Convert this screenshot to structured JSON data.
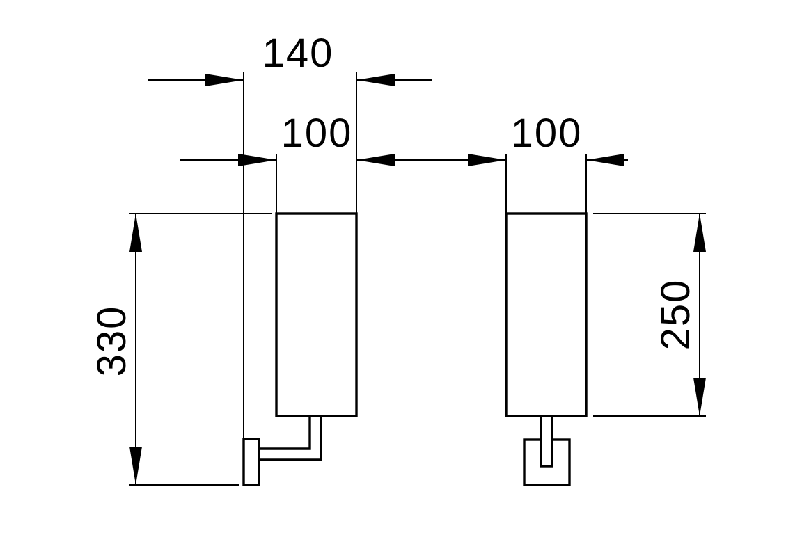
{
  "diagram": {
    "background_color": "#ffffff",
    "line_color": "#000000",
    "dimensions": {
      "overall_depth": "140",
      "body_width_side": "100",
      "body_width_front": "100",
      "overall_height": "330",
      "body_height": "250"
    }
  }
}
